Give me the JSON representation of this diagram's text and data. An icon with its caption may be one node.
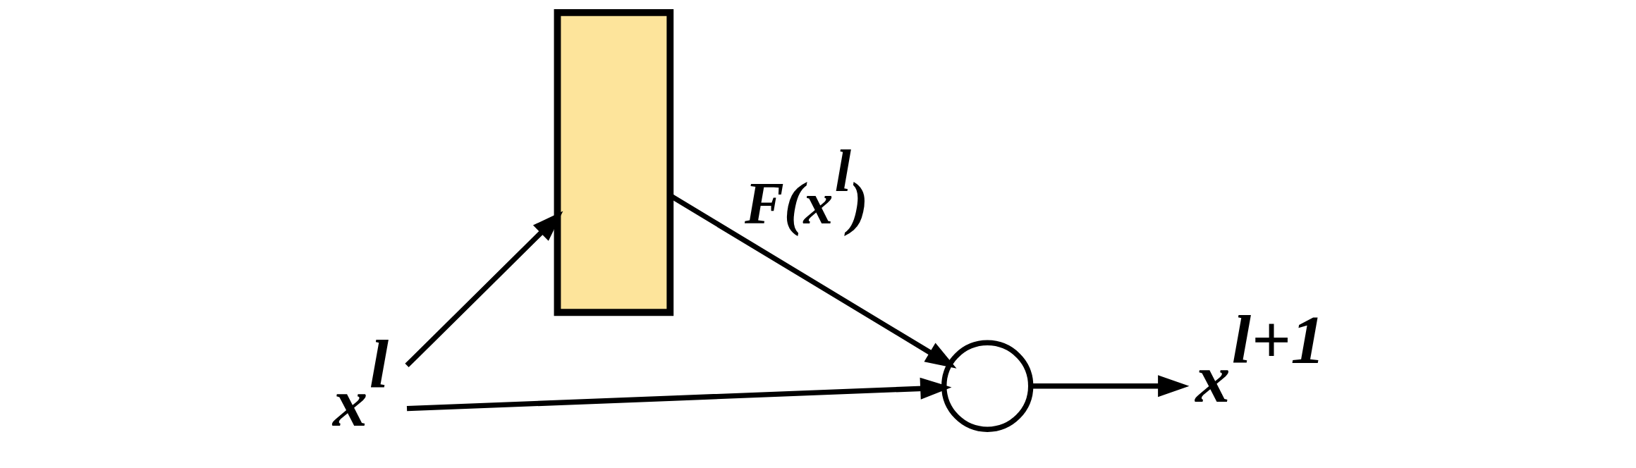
{
  "diagram": {
    "nodes": [
      {
        "text": [
          "x$^{l}$"
        ]
      },
      {
        "text": [],
        "shape": "box"
      },
      {
        "text": [],
        "shape": "circle"
      },
      {
        "text": [
          "x$^{l+1}$"
        ]
      }
    ],
    "edges": [
      {
        "from": 0,
        "to": 1,
        "arrow": "to"
      },
      {
        "from": 0,
        "to": 2,
        "arrow": "to"
      },
      {
        "from": 1,
        "to": 2,
        "arrow": "to",
        "label": "F(x$^{l}$)"
      },
      {
        "from": 2,
        "to": 3,
        "arrow": "to"
      }
    ]
  }
}
